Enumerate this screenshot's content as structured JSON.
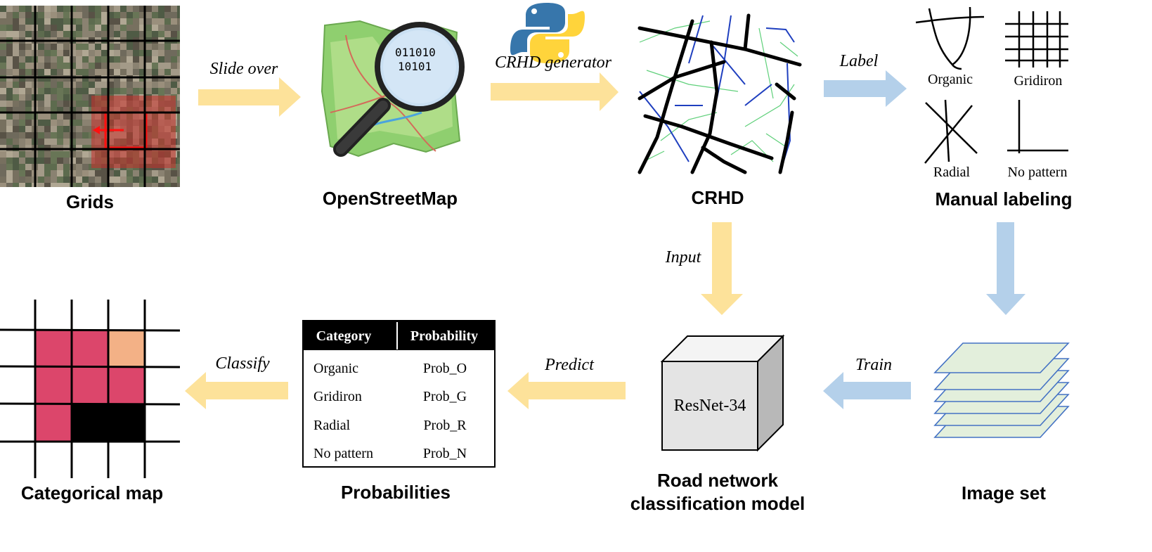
{
  "stage1": {
    "caption": "Grids"
  },
  "stage2": {
    "caption": "OpenStreetMap"
  },
  "stage3": {
    "caption": "CRHD"
  },
  "stage4": {
    "caption": "Manual labeling",
    "patterns": [
      "Organic",
      "Gridiron",
      "Radial",
      "No pattern"
    ]
  },
  "stage5": {
    "caption": "Image set"
  },
  "stage6": {
    "caption_line1": "Road network",
    "caption_line2": "classification model",
    "model_name": "ResNet-34"
  },
  "stage7": {
    "caption": "Probabilities",
    "table": {
      "headers": [
        "Category",
        "Probability"
      ],
      "rows": [
        [
          "Organic",
          "Prob_O"
        ],
        [
          "Gridiron",
          "Prob_G"
        ],
        [
          "Radial",
          "Prob_R"
        ],
        [
          "No pattern",
          "Prob_N"
        ]
      ]
    }
  },
  "stage8": {
    "caption": "Categorical map"
  },
  "arrows": {
    "slide_over": "Slide over",
    "crhd_generator": "CRHD generator",
    "label": "Label",
    "input": "Input",
    "train": "Train",
    "predict": "Predict",
    "classify": "Classify"
  },
  "colors": {
    "yellow_arrow": "#fde29a",
    "blue_arrow": "#b4d0ea",
    "map_pink": "#dc466b",
    "map_peach": "#f3b186",
    "map_black": "#000000",
    "layer_fill": "#e3efdc",
    "layer_stroke": "#4472c4",
    "table_header": "#000000"
  }
}
